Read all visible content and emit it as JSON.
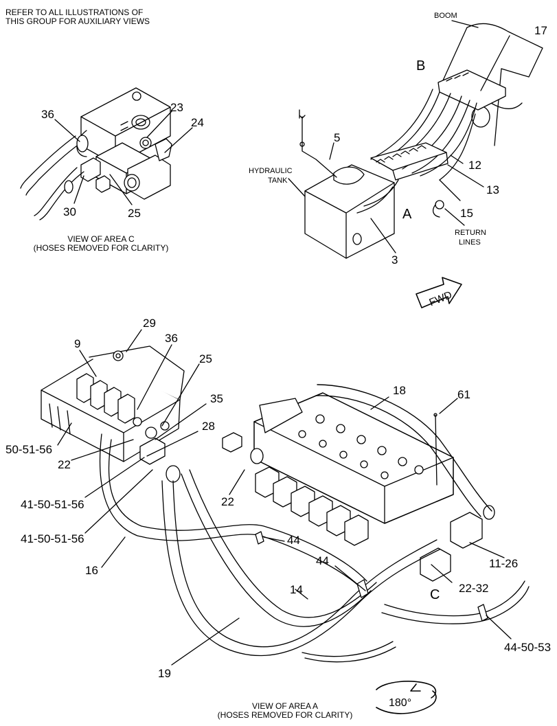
{
  "notes": {
    "top_line1": "REFER TO ALL ILLUSTRATIONS OF",
    "top_line2": "THIS GROUP FOR AUXILIARY VIEWS",
    "view_c_line1": "VIEW OF AREA  C",
    "view_c_line2": "(HOSES REMOVED FOR CLARITY)",
    "view_a_line1": "VIEW OF AREA  A",
    "view_a_line2": "(HOSES REMOVED FOR CLARITY)"
  },
  "labels": {
    "boom": "BOOM",
    "hydraulic_tank_line1": "HYDRAULIC",
    "hydraulic_tank_line2": "TANK",
    "return_lines_line1": "RETURN",
    "return_lines_line2": "LINES",
    "fwd": "FWD",
    "rotation": "180°"
  },
  "areas": {
    "a": "A",
    "b": "B",
    "c": "C"
  },
  "callouts": {
    "c36": "36",
    "c23": "23",
    "c24": "24",
    "c30": "30",
    "c25_top": "25",
    "c17": "17",
    "c5": "5",
    "c12": "12",
    "c13": "13",
    "c15": "15",
    "c3": "3",
    "c9": "9",
    "c29": "29",
    "c36_mid": "36",
    "c25_mid": "25",
    "c35": "35",
    "c28": "28",
    "c50_51_56": "50-51-56",
    "c22_left": "22",
    "c41_50_51_56_a": "41-50-51-56",
    "c41_50_51_56_b": "41-50-51-56",
    "c16": "16",
    "c18": "18",
    "c61": "61",
    "c22_right": "22",
    "c44_a": "44",
    "c44_b": "44",
    "c14": "14",
    "c11_26": "11-26",
    "c22_32": "22-32",
    "c44_50_53": "44-50-53",
    "c19": "19"
  },
  "colors": {
    "ink": "#000000",
    "paper": "#ffffff",
    "hose_fill": "#e6e6e6"
  }
}
